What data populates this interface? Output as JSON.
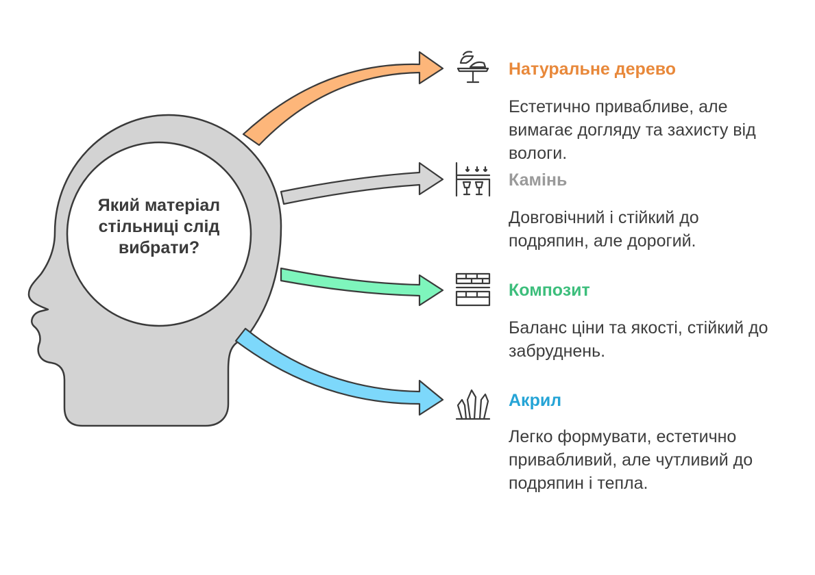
{
  "question": "Який матеріал стільниці слід вибрати?",
  "options": [
    {
      "title": "Натуральне дерево",
      "description": "Естетично привабливе, але вимагає догляду та захисту від вологи.",
      "color": "#E8883A",
      "arrow_color": "#FDB67A",
      "icon": "cake-stand-icon"
    },
    {
      "title": "Камінь",
      "description": "Довговічний і стійкий до подряпин, але дорогий.",
      "color": "#9A9A9A",
      "arrow_color": "#D6D6D6",
      "icon": "bar-counter-icon"
    },
    {
      "title": "Композит",
      "description": "Баланс ціни та якості, стійкий до забруднень.",
      "color": "#3DBE7C",
      "arrow_color": "#7EF5BC",
      "icon": "brick-counter-icon"
    },
    {
      "title": "Акрил",
      "description": "Легко формувати, естетично привабливий, але чутливий до подряпин і тепла.",
      "color": "#25A4D6",
      "arrow_color": "#7DD8FB",
      "icon": "crystal-icon"
    }
  ]
}
